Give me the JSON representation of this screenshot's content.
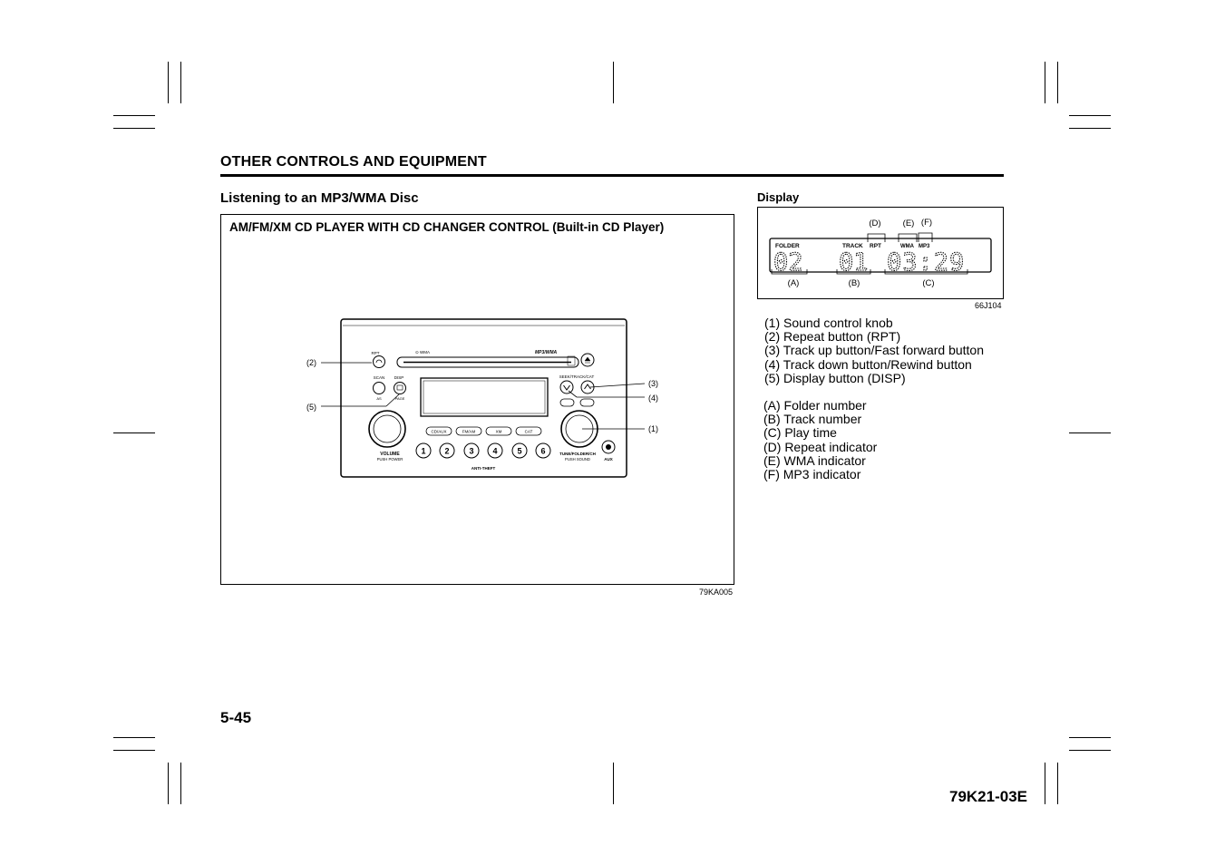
{
  "header": {
    "section_title": "OTHER CONTROLS AND EQUIPMENT"
  },
  "subheading": "Listening to an MP3/WMA Disc",
  "figure": {
    "title": "AM/FM/XM CD PLAYER WITH CD CHANGER CONTROL (Built-in CD Player)",
    "code": "79KA005",
    "callouts": [
      "(1)",
      "(2)",
      "(3)",
      "(4)",
      "(5)"
    ],
    "radio_labels": {
      "rpt": "RPT",
      "scan": "SCAN",
      "as": "AS",
      "disp": "DISP",
      "page": "PAGE",
      "seek_track_cat": "SEEK/TRACK/CAT",
      "mp3_wma": "MP3/WMA",
      "volume": "VOLUME",
      "push_power": "PUSH POWER",
      "tune_folder_ch": "TUNE/FOLDER/CH",
      "push_sound": "PUSH SOUND",
      "aux": "AUX",
      "anti_theft": "ANTI-THEFT",
      "band_buttons": [
        "CD/AUX",
        "FM/AM",
        "XM",
        "CAT"
      ],
      "presets": [
        "1",
        "2",
        "3",
        "4",
        "5",
        "6"
      ]
    }
  },
  "display_panel": {
    "label": "Display",
    "code": "66J104",
    "indicators": {
      "folder": "FOLDER",
      "track": "TRACK",
      "rpt": "RPT",
      "wma": "WMA",
      "mp3": "MP3"
    },
    "digits": {
      "folder": "02",
      "track": "01",
      "time": "03:29"
    },
    "callouts": {
      "a": "(A)",
      "b": "(B)",
      "c": "(C)",
      "d": "(D)",
      "e": "(E)",
      "f": "(F)"
    }
  },
  "legend_numbers": [
    "(1) Sound control knob",
    "(2) Repeat button (RPT)",
    "(3) Track up button/Fast forward button",
    "(4) Track down button/Rewind button",
    "(5) Display button (DISP)"
  ],
  "legend_letters": [
    "(A) Folder number",
    "(B) Track number",
    "(C) Play time",
    "(D) Repeat indicator",
    "(E) WMA indicator",
    "(F) MP3 indicator"
  ],
  "footer": {
    "page_number": "5-45",
    "doc_code": "79K21-03E"
  }
}
